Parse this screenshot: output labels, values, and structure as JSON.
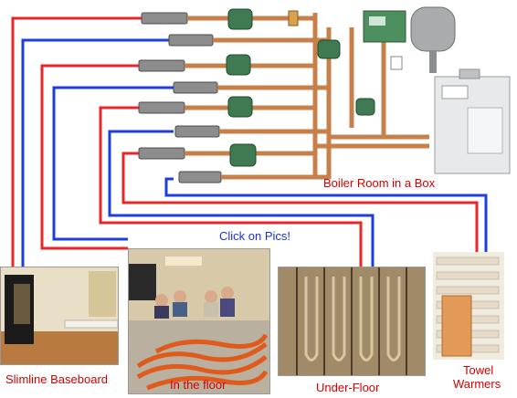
{
  "labels": {
    "boiler_room": "Boiler Room in a Box",
    "click_hint": "Click on Pics!",
    "slimline": "Slimline Baseboard",
    "in_floor": "In the floor",
    "under_floor": "Under-Floor",
    "towel_line1": "Towel",
    "towel_line2": "Warmers"
  },
  "colors": {
    "supply_pipe": "#e8262a",
    "return_pipe": "#1b3fd8",
    "label_red": "#d40000",
    "label_blue": "#1a2fd0",
    "copper": "#c8804a",
    "pump_green": "#3f7a52"
  },
  "icons": {
    "boiler": "boiler-icon",
    "expansion_tank": "expansion-tank-icon",
    "control_box": "control-box-icon"
  }
}
